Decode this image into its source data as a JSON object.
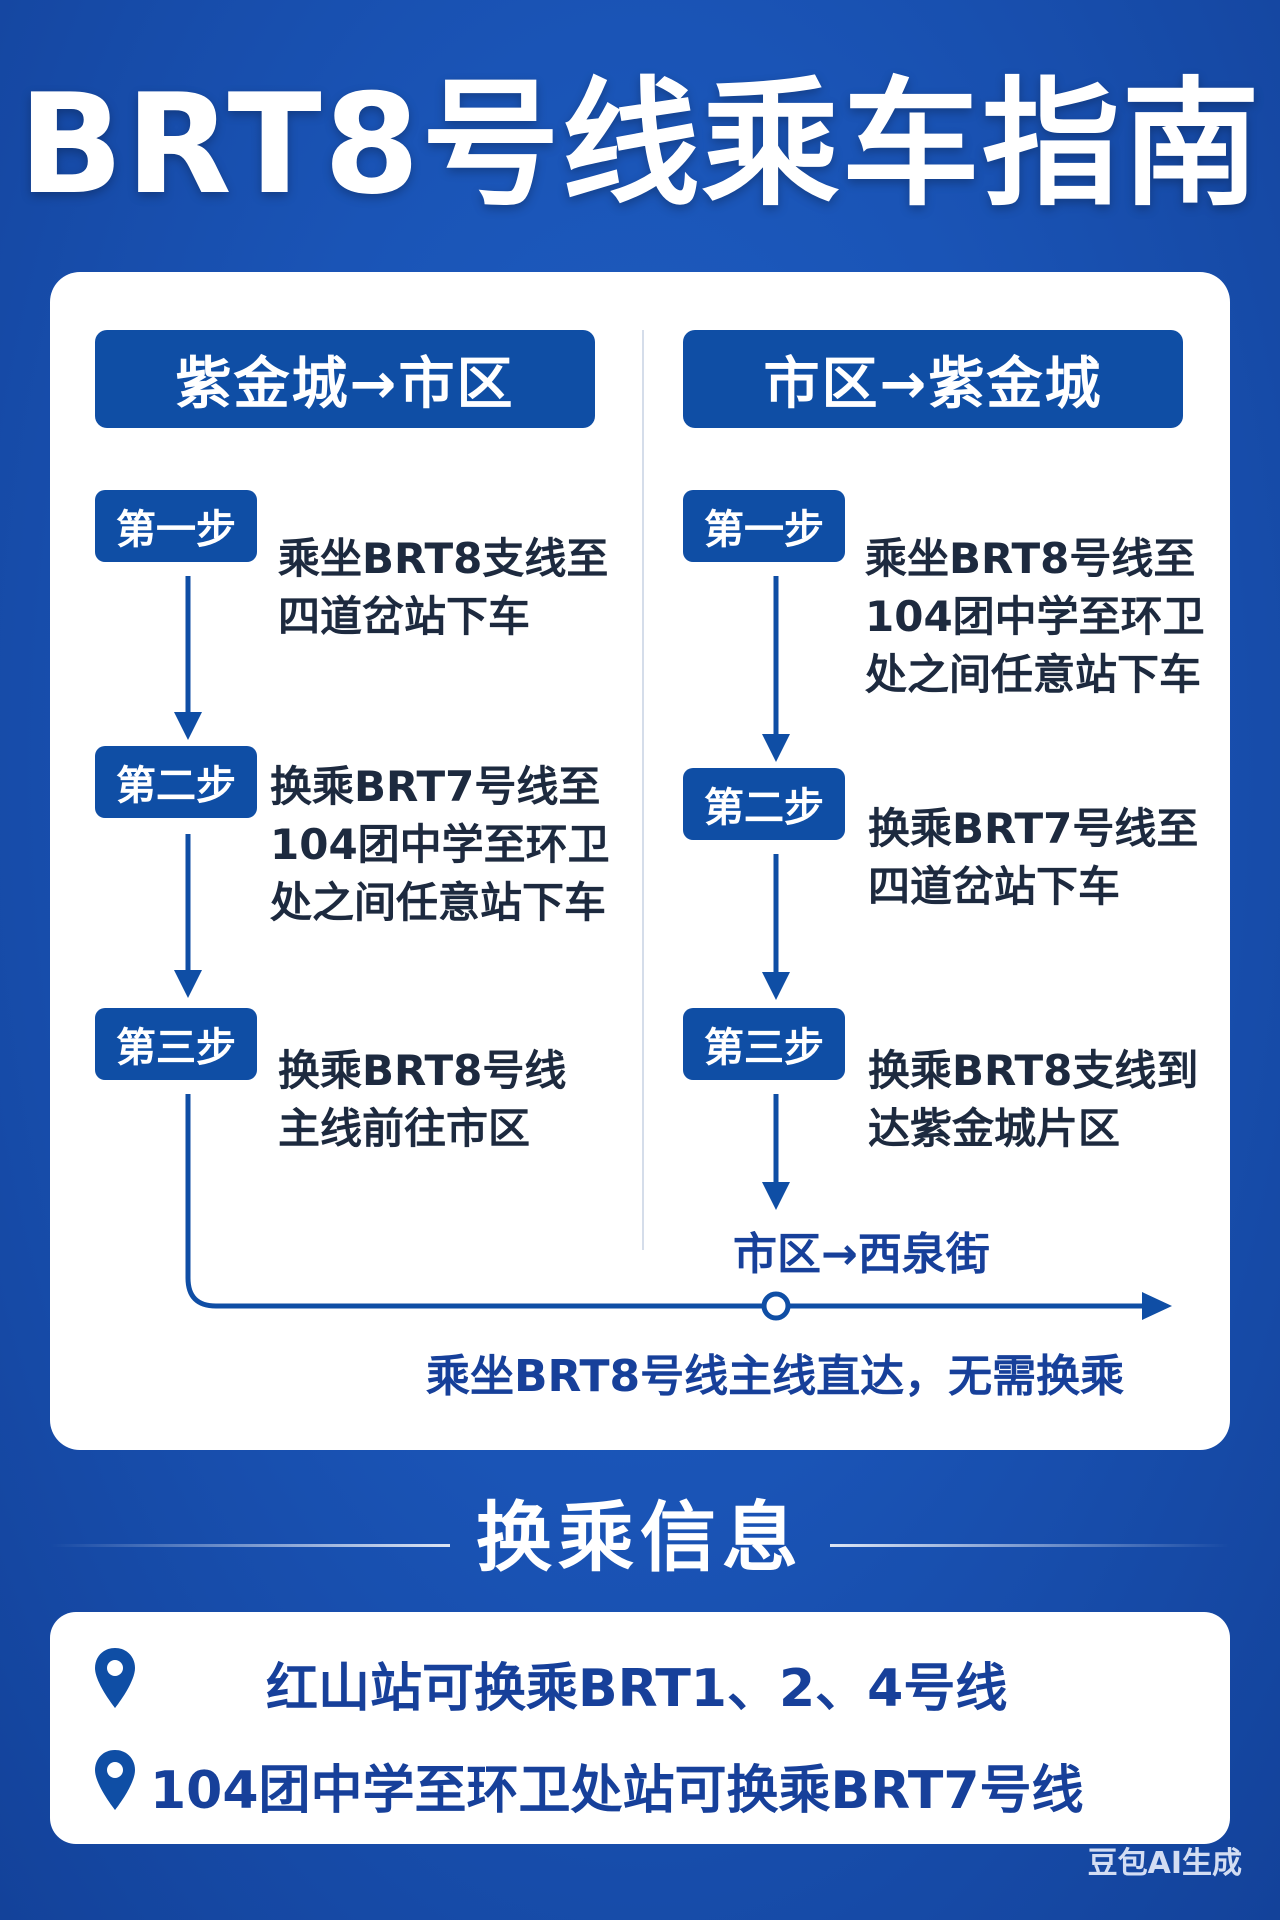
{
  "title": "BRT8号线乘车指南",
  "colors": {
    "primary": "#0f4ea5",
    "card_bg": "#ffffff",
    "text_dark": "#1d2a3f",
    "accent_text": "#17409a"
  },
  "left_column": {
    "header": "紫金城→市区",
    "steps": [
      {
        "label": "第一步",
        "lines": [
          "乘坐BRT8支线至",
          "四道岔站下车"
        ]
      },
      {
        "label": "第二步",
        "lines": [
          "换乘BRT7号线至",
          "104团中学至环卫",
          "处之间任意站下车"
        ]
      },
      {
        "label": "第三步",
        "lines": [
          "换乘BRT8号线",
          "主线前往市区"
        ]
      }
    ]
  },
  "right_column": {
    "header": "市区→紫金城",
    "steps": [
      {
        "label": "第一步",
        "lines": [
          "乘坐BRT8号线至",
          "104团中学至环卫",
          "处之间任意站下车"
        ]
      },
      {
        "label": "第二步",
        "lines": [
          "换乘BRT7号线至",
          "四道岔站下车"
        ]
      },
      {
        "label": "第三步",
        "lines": [
          "换乘BRT8支线到",
          "达紫金城片区"
        ]
      }
    ]
  },
  "direct_route": {
    "label": "市区→西泉街",
    "note": "乘坐BRT8号线主线直达，无需换乘"
  },
  "transfer_section": {
    "title": "换乘信息",
    "items": [
      "红山站可换乘BRT1、2、4号线",
      "104团中学至环卫处站可换乘BRT7号线"
    ],
    "icon": "location-pin-icon"
  },
  "watermark": "豆包AI生成"
}
